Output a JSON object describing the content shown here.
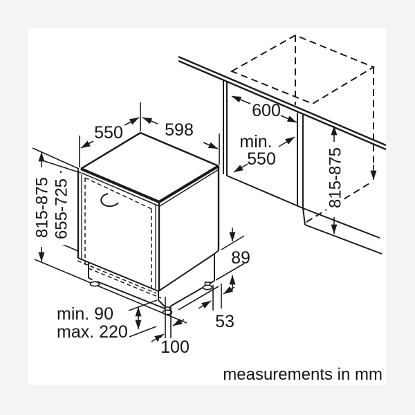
{
  "colors": {
    "background": "#f4f4f4",
    "canvas": "#ffffff",
    "line": "#1b1b1b"
  },
  "footer": {
    "note": "measurements in mm"
  },
  "dimensions": {
    "top_depth": "550",
    "top_width": "598",
    "appliance_height": "815-875",
    "door_front_height": "655-725",
    "niche_width": "600",
    "niche_depth_line1": "min.",
    "niche_depth_line2": "550",
    "niche_height": "815-875",
    "rear_base_inset": "89",
    "rear_foot_offset": "53",
    "plinth_height_min": "min. 90",
    "plinth_height_max": "max. 220",
    "front_foot_offset": "100"
  }
}
